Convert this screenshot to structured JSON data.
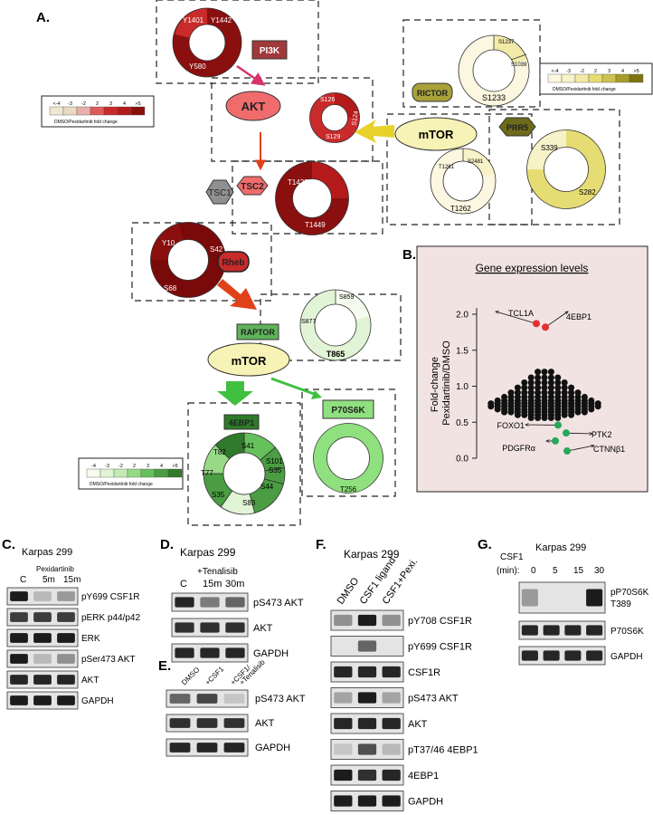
{
  "panel_labels": {
    "a": "A.",
    "b": "B.",
    "c": "C.",
    "d": "D.",
    "e": "E.",
    "f": "F.",
    "g": "G."
  },
  "colors": {
    "red_scale": [
      "#f1e6cf",
      "#eadac0",
      "#e8b0aa",
      "#e05a5a",
      "#c92a2a",
      "#b41a1a",
      "#8a0f0f"
    ],
    "yellow_scale": [
      "#fbf7e0",
      "#f7f2c8",
      "#f1eaa8",
      "#e6dc74",
      "#cfc24f",
      "#a89c28",
      "#7d7412"
    ],
    "green_scale": [
      "#f5fbef",
      "#e2f4d6",
      "#c4eab2",
      "#97d986",
      "#66c05b",
      "#4a9d42",
      "#2f7a2b"
    ],
    "kinase_red": "#b03a3a",
    "akt_pink": "#f06c6c",
    "mtor_yellow": "#f7f2b5",
    "rictor_olive": "#a8a13a",
    "prr5_olive": "#6d6a1a",
    "raptor_green": "#5fb35a",
    "p70_green": "#8fe07e",
    "arrow_yellow": "#e8d22a",
    "arrow_red": "#e0401a",
    "arrow_green": "#40c040",
    "panel_b_bg": "#f2e3e3"
  },
  "network": {
    "pi3k": {
      "label": "PI3K",
      "sites": [
        "Y1401",
        "Y1442",
        "Y580"
      ]
    },
    "akt": {
      "label": "AKT",
      "sites": [
        "S126",
        "S124",
        "S129"
      ]
    },
    "tsc": {
      "tsc1": "TSC1",
      "tsc2": "TSC2",
      "sites": [
        "T1422",
        "T1449"
      ]
    },
    "rheb": {
      "label": "Rheb",
      "sites": [
        "Y10",
        "S42",
        "S68"
      ]
    },
    "mtor_upper": {
      "label": "mTOR"
    },
    "rictor": {
      "label": "RICTOR",
      "sites": [
        "S1237",
        "S1039",
        "S1233"
      ]
    },
    "prr5": {
      "label": "PRR5",
      "sites": [
        "S339",
        "S282"
      ]
    },
    "mtor_sites": [
      "T1261",
      "S2481",
      "T1262"
    ],
    "raptor": {
      "label": "RAPTOR",
      "sites": [
        "S859",
        "S877",
        "T865"
      ]
    },
    "mtor_lower": {
      "label": "mTOR"
    },
    "eif4ebp1": {
      "label": "4EBP1",
      "sites": [
        "S41",
        "S101",
        "S35",
        "S44",
        "S83",
        "S35",
        "T77",
        "T82"
      ]
    },
    "p70s6k": {
      "label": "P70S6K",
      "sites": [
        "T256"
      ]
    }
  },
  "legends": {
    "red": {
      "ticks": [
        "<-4",
        "-3",
        "-2",
        "2",
        "3",
        "4",
        ">5"
      ],
      "caption": "DMSO/Pexidartinib fold change"
    },
    "yellow": {
      "ticks": [
        "<-4",
        "-3",
        "-2",
        "2",
        "3",
        "4",
        ">5"
      ],
      "caption": "DMSO/Pexidartinib fold change"
    },
    "green": {
      "ticks": [
        "-4",
        "-3",
        "-2",
        "2",
        "3",
        "4",
        ">5"
      ],
      "caption": "DMSO/Pexidartinib fold change"
    }
  },
  "chart_data": {
    "type": "scatter",
    "title": "Gene expression levels",
    "xlabel": "",
    "ylabel": "Fold-change Pexidartinib/DMSO",
    "ylim": [
      0,
      2.0
    ],
    "yticks": [
      "0.0",
      "0.5",
      "1.0",
      "1.5",
      "2.0"
    ],
    "highlighted": [
      {
        "gene": "TCL1A",
        "y": 1.87,
        "color": "#e53030"
      },
      {
        "gene": "4EBP1",
        "y": 1.82,
        "color": "#e53030"
      },
      {
        "gene": "FOXO1",
        "y": 0.46,
        "color": "#27a85a"
      },
      {
        "gene": "PTK2",
        "y": 0.35,
        "color": "#27a85a"
      },
      {
        "gene": "PDGFRα",
        "y": 0.24,
        "color": "#27a85a"
      },
      {
        "gene": "CTNNβ1",
        "y": 0.1,
        "color": "#27a85a"
      }
    ],
    "beeswarm_rows": [
      {
        "y": 1.2,
        "count": 3
      },
      {
        "y": 1.12,
        "count": 5
      },
      {
        "y": 1.05,
        "count": 7
      },
      {
        "y": 0.98,
        "count": 9
      },
      {
        "y": 0.91,
        "count": 11
      },
      {
        "y": 0.85,
        "count": 13
      },
      {
        "y": 0.8,
        "count": 15
      },
      {
        "y": 0.76,
        "count": 17
      },
      {
        "y": 0.72,
        "count": 17
      },
      {
        "y": 0.68,
        "count": 15
      },
      {
        "y": 0.64,
        "count": 13
      },
      {
        "y": 0.6,
        "count": 9
      },
      {
        "y": 0.56,
        "count": 5
      }
    ]
  },
  "blots": {
    "c": {
      "cell": "Karpas 299",
      "drug": "Pexidartinib",
      "lanes": [
        "C",
        "5m",
        "15m"
      ],
      "rows": [
        "pY699 CSF1R",
        "pERK p44/p42",
        "ERK",
        "pSer473 AKT",
        "AKT",
        "GAPDH"
      ]
    },
    "d": {
      "cell": "Karpas 299",
      "drug": "+Tenalisib",
      "lanes": [
        "C",
        "15m",
        "30m"
      ],
      "rows": [
        "pS473 AKT",
        "AKT",
        "GAPDH"
      ]
    },
    "e": {
      "lanes": [
        "DMSO",
        "+CSF1",
        "+CSF1/\n+Tenalisib"
      ],
      "lane_lines": [
        [
          "DMSO"
        ],
        [
          "+CSF1"
        ],
        [
          "+CSF1/",
          "+Tenalisib"
        ]
      ],
      "rows": [
        "pS473 AKT",
        "AKT",
        "GAPDH"
      ]
    },
    "f": {
      "cell": "Karpas 299",
      "lanes": [
        "DMSO",
        "CSF1 ligand",
        "CSF1+Pexi."
      ],
      "rows": [
        "pY708 CSF1R",
        "pY699 CSF1R",
        "CSF1R",
        "pS473 AKT",
        "AKT",
        "pT37/46 4EBP1",
        "4EBP1",
        "GAPDH"
      ]
    },
    "g": {
      "cell": "Karpas 299",
      "treat": "CSF1",
      "unit": "(min):",
      "lanes": [
        "0",
        "5",
        "15",
        "30"
      ],
      "rows": [
        "pP70S6K",
        "T389",
        "P70S6K",
        "GAPDH"
      ]
    }
  }
}
